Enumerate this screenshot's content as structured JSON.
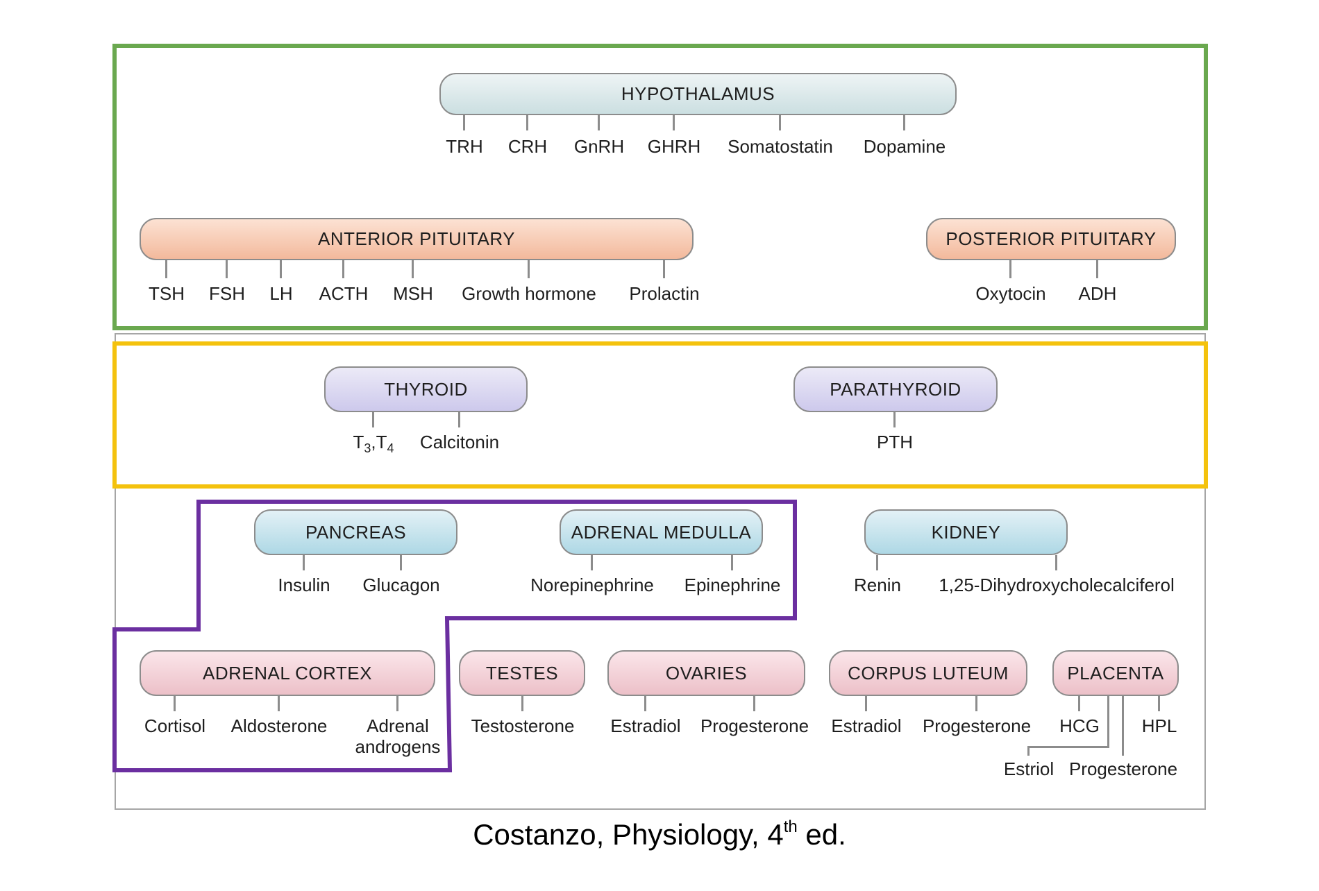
{
  "diagram": {
    "hypothalamus": {
      "label": "HYPOTHALAMUS",
      "hormones": [
        "TRH",
        "CRH",
        "GnRH",
        "GHRH",
        "Somatostatin",
        "Dopamine"
      ]
    },
    "anterior_pituitary": {
      "label": "ANTERIOR PITUITARY",
      "hormones": [
        "TSH",
        "FSH",
        "LH",
        "ACTH",
        "MSH",
        "Growth hormone",
        "Prolactin"
      ]
    },
    "posterior_pituitary": {
      "label": "POSTERIOR PITUITARY",
      "hormones": [
        "Oxytocin",
        "ADH"
      ]
    },
    "thyroid": {
      "label": "THYROID",
      "t3": "T",
      "t3_sub": "3",
      "t4": "T",
      "t4_sub": "4",
      "sep": ",",
      "hormones": [
        "Calcitonin"
      ]
    },
    "parathyroid": {
      "label": "PARATHYROID",
      "hormones": [
        "PTH"
      ]
    },
    "pancreas": {
      "label": "PANCREAS",
      "hormones": [
        "Insulin",
        "Glucagon"
      ]
    },
    "adrenal_medulla": {
      "label": "ADRENAL MEDULLA",
      "hormones": [
        "Norepinephrine",
        "Epinephrine"
      ]
    },
    "kidney": {
      "label": "KIDNEY",
      "hormones": [
        "Renin",
        "1,25-Dihydroxycholecalciferol"
      ]
    },
    "adrenal_cortex": {
      "label": "ADRENAL CORTEX",
      "hormones": [
        "Cortisol",
        "Aldosterone",
        "Adrenal",
        "androgens"
      ]
    },
    "testes": {
      "label": "TESTES",
      "hormones": [
        "Testosterone"
      ]
    },
    "ovaries": {
      "label": "OVARIES",
      "hormones": [
        "Estradiol",
        "Progesterone"
      ]
    },
    "corpus_luteum": {
      "label": "CORPUS LUTEUM",
      "hormones": [
        "Estradiol",
        "Progesterone"
      ]
    },
    "placenta": {
      "label": "PLACENTA",
      "hormones": [
        "HCG",
        "HPL",
        "Estriol",
        "Progesterone"
      ]
    }
  },
  "caption": {
    "text": "Costanzo, Physiology, 4",
    "sup": "th",
    "suffix": " ed."
  },
  "colors": {
    "green_frame": "#6aa84f",
    "yellow_frame": "#f4c20d",
    "purple_outline": "#6b2fa0",
    "outer_frame": "#a6a6a6"
  }
}
